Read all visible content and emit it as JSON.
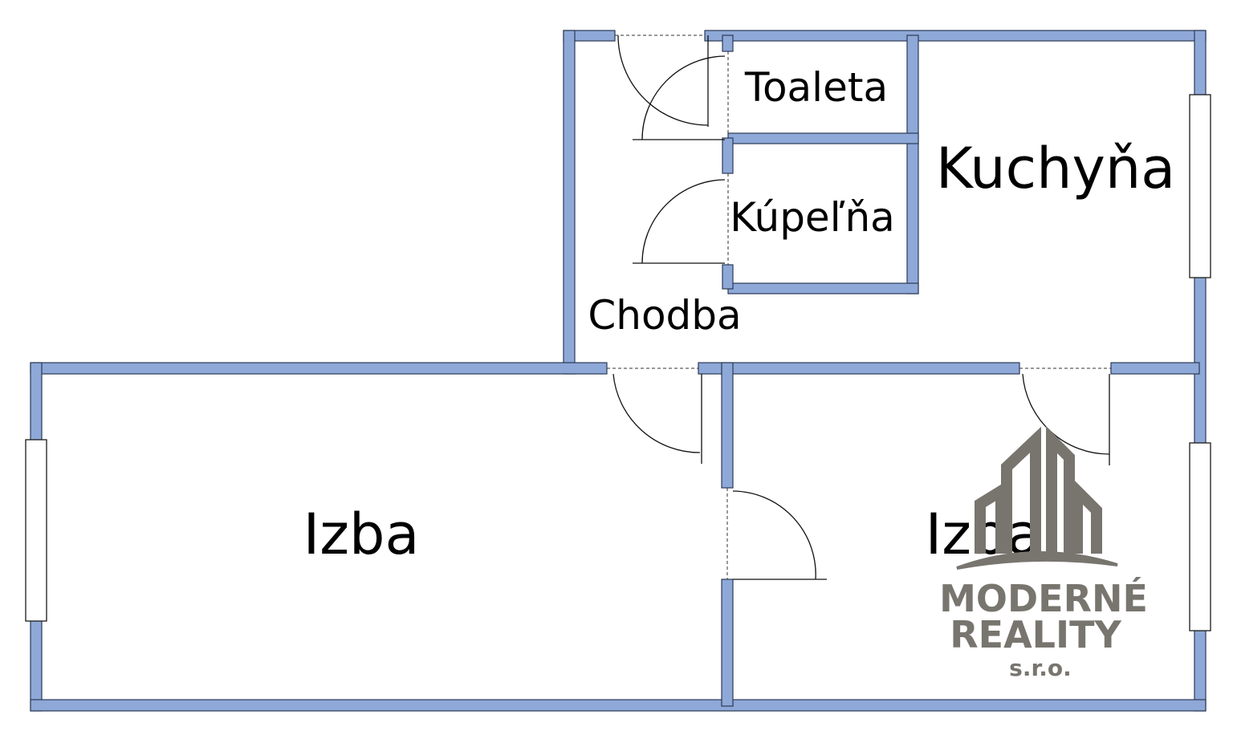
{
  "rooms": {
    "toilet": "Toaleta",
    "kitchen": "Kuchyňa",
    "bathroom": "Kúpeľňa",
    "hallway": "Chodba",
    "room_left": "Izba",
    "room_right": "Izba"
  },
  "logo": {
    "line1": "MODERNÉ",
    "line2": "REALITY",
    "line3": "s.r.o."
  },
  "colors": {
    "wall": "#8ea8d8",
    "logo": "#78756f"
  }
}
